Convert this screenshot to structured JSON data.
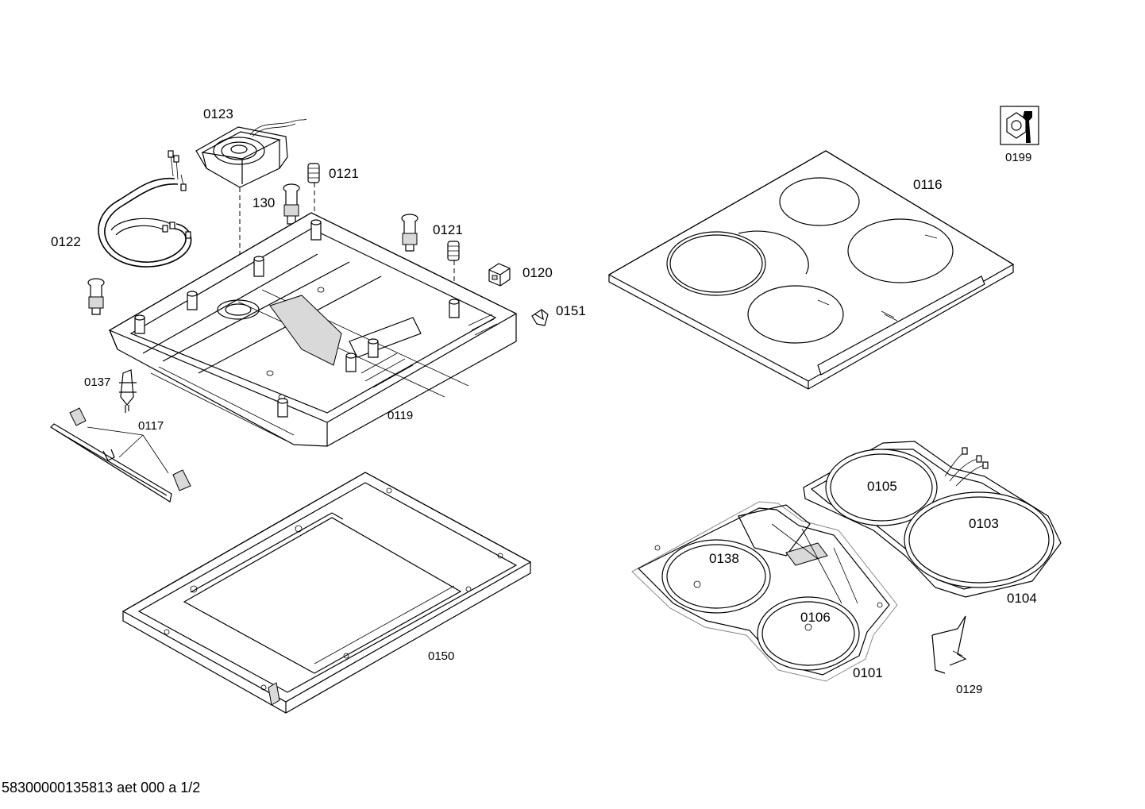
{
  "labels": {
    "p0123": "0123",
    "p0121a": "0121",
    "p130": "130",
    "p0121b": "0121",
    "p0122": "0122",
    "p0120": "0120",
    "p0151": "0151",
    "p0137": "0137",
    "p0117": "0117",
    "p0119": "0119",
    "p0116": "0116",
    "p0199": "0199",
    "p0105": "0105",
    "p0103": "0103",
    "p0104": "0104",
    "p0138": "0138",
    "p0106": "0106",
    "p0101": "0101",
    "p0129": "0129",
    "p0150": "0150"
  },
  "footer": {
    "doc_ref": "58300000135813 aet 000 a 1/2"
  },
  "icons": {
    "service": "wrench-nut-icon"
  }
}
